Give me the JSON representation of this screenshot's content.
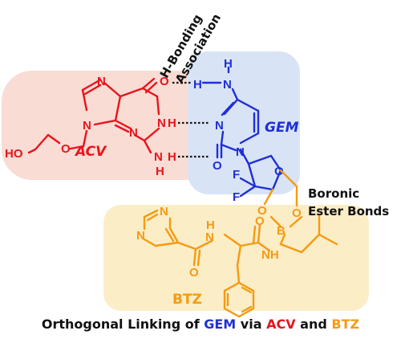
{
  "colors": {
    "acv": "#e8141c",
    "gem": "#1f2fd6",
    "btz": "#f59a12",
    "black": "#111111",
    "acv_bg": "#f9dcd4",
    "gem_bg": "#d8e3f6",
    "btz_bg": "#fbedc6"
  },
  "labels": {
    "hbond_line1": "H-Bonding",
    "hbond_line2": "Association",
    "acv": "ACV",
    "gem": "GEM",
    "btz": "BTZ",
    "boronic_line1": "Boronic",
    "boronic_line2": "Ester Bonds"
  },
  "caption": {
    "prefix": "Orthogonal Linking of ",
    "gem": "GEM",
    "middle": " via ",
    "acv": "ACV",
    "and": " and ",
    "btz": "BTZ"
  },
  "atoms": {
    "N": "N",
    "O": "O",
    "H": "H",
    "F": "F",
    "B": "B",
    "HO": "HO",
    "NH": "NH"
  }
}
